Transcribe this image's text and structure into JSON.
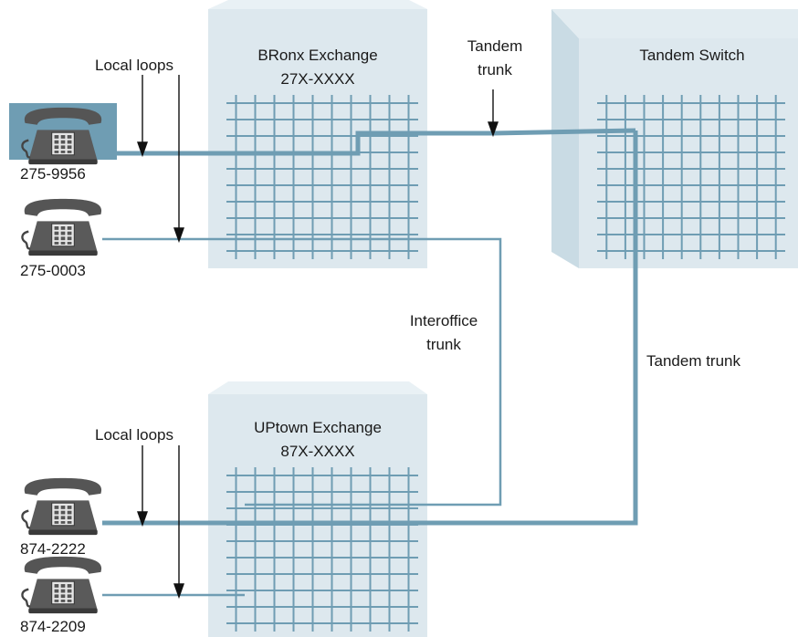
{
  "exchanges": {
    "bronx": {
      "name": "BRonx Exchange",
      "prefix": "27X-XXXX"
    },
    "tandem": {
      "name": "Tandem Switch"
    },
    "uptown": {
      "name": "UPtown Exchange",
      "prefix": "87X-XXXX"
    }
  },
  "labels": {
    "local_loops_top": "Local loops",
    "local_loops_bottom": "Local loops",
    "tandem_trunk_top_line1": "Tandem",
    "tandem_trunk_top_line2": "trunk",
    "interoffice_line1": "Interoffice",
    "interoffice_line2": "trunk",
    "tandem_trunk_right": "Tandem trunk"
  },
  "phones": [
    {
      "number": "275-9956",
      "highlighted": true,
      "icon": "telephone-icon"
    },
    {
      "number": "275-0003",
      "highlighted": false,
      "icon": "telephone-icon"
    },
    {
      "number": "874-2222",
      "highlighted": false,
      "icon": "telephone-icon"
    },
    {
      "number": "874-2209",
      "highlighted": false,
      "icon": "telephone-icon"
    }
  ],
  "colors": {
    "building": "#dde8ee",
    "building_top": "#e9f1f5",
    "building_side": "#c9dbe4",
    "grid": "#6f9db3",
    "trunk": "#6f9db3",
    "highlight": "#6f9db3",
    "phone": "#555555"
  }
}
